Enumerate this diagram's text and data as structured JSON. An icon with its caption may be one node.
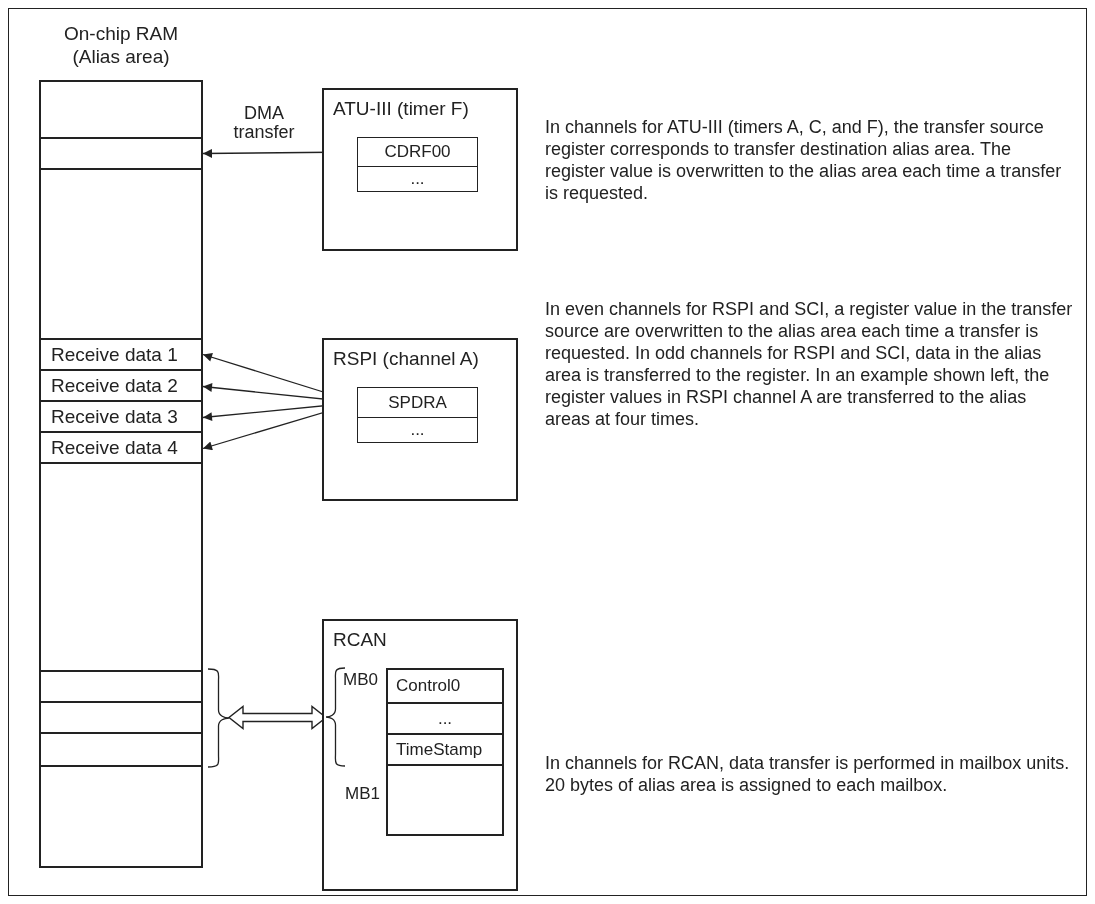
{
  "diagram": {
    "nodes": [
      {
        "text": [
          "On-chip RAM (Alias area)"
        ]
      },
      {
        "text": [],
        "shape": "box",
        "in": 0
      },
      {
        "text": [
          "Receive data 1"
        ],
        "in": 0
      },
      {
        "text": [
          "Receive data 2"
        ],
        "in": 0
      },
      {
        "text": [
          "Receive data 3"
        ],
        "in": 0
      },
      {
        "text": [
          "Receive data 4"
        ],
        "in": 0
      },
      {
        "text": [],
        "shape": "box",
        "in": 0
      },
      {
        "text": [],
        "shape": "box",
        "in": 0
      },
      {
        "text": [],
        "shape": "box",
        "in": 0
      },
      {
        "text": [],
        "shape": "brace"
      },
      {
        "text": [
          "ATU-III (timer F)"
        ]
      },
      {
        "text": [
          "CDRF00"
        ],
        "in": 10
      },
      {
        "text": [
          "..."
        ],
        "in": 10
      },
      {
        "text": [
          "RSPI (channel A)"
        ]
      },
      {
        "text": [
          "SPDRA"
        ],
        "in": 13
      },
      {
        "text": [
          "..."
        ],
        "in": 13
      },
      {
        "text": [
          "RCAN"
        ]
      },
      {
        "text": [],
        "shape": "brace",
        "in": 16,
        "beside": [
          "MB0"
        ]
      },
      {
        "text": [
          "Control0"
        ],
        "in": 16
      },
      {
        "text": [
          "..."
        ],
        "in": 16
      },
      {
        "text": [
          "TimeStamp"
        ],
        "in": 16
      },
      {
        "text": [],
        "shape": "box",
        "in": 16,
        "beside": [
          "MB1"
        ]
      }
    ],
    "edges": [
      {
        "from": 11,
        "to": 1,
        "arrow": "to",
        "label": "DMA transfer"
      },
      {
        "from": 14,
        "to": 2,
        "arrow": "to"
      },
      {
        "from": 14,
        "to": 3,
        "arrow": "to"
      },
      {
        "from": 14,
        "to": 4,
        "arrow": "to"
      },
      {
        "from": 14,
        "to": 5,
        "arrow": "to"
      },
      {
        "from": 9,
        "to": 17,
        "arrow": "both",
        "style": "thick"
      }
    ],
    "labels": [
      "In channels for ATU-III (timers A, C, and F), the transfer source register corresponds to transfer destination alias area. The register value is overwritten to the alias area each time a transfer is requested.",
      "In even channels for RSPI and SCI, a register value in the transfer source are overwritten to the alias area each time a transfer is requested. In odd channels for RSPI and SCI, data in the alias area is transferred to the register. In an example shown left, the register values in RSPI channel A are transferred to the alias areas at four times.",
      "In channels for RCAN, data transfer is performed in mailbox units. 20 bytes of alias area is assigned to each mailbox."
    ]
  }
}
